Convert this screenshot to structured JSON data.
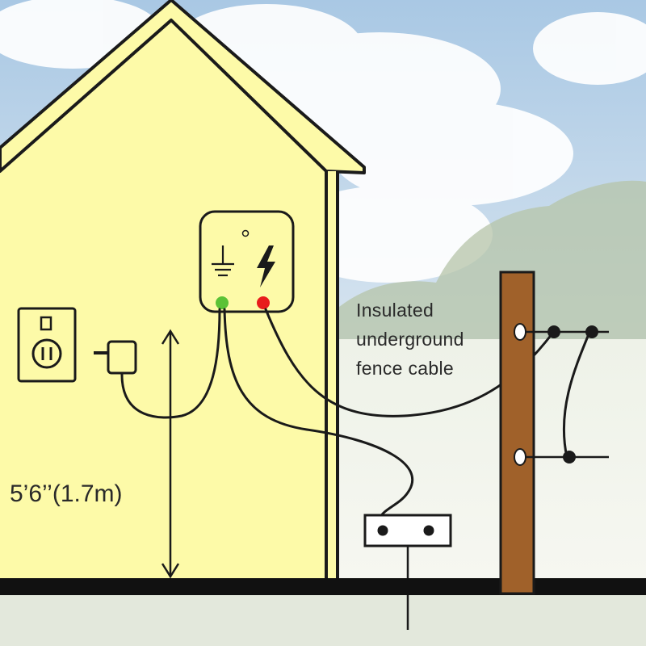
{
  "labels": {
    "cable_line_1": "Insulated",
    "cable_line_2": "underground",
    "cable_line_3": "fence cable",
    "mount_height": "5’6’’(1.7m)"
  },
  "icons": {
    "ground_terminal": "ground-symbol-icon",
    "live_terminal": "lightning-bolt-icon"
  },
  "colors": {
    "house_wall": "#fdfaa8",
    "fence_post": "#a0612a",
    "ground_terminal_led": "#5bc236",
    "live_terminal_led": "#e81c1c",
    "wire": "#1a1a1a"
  }
}
